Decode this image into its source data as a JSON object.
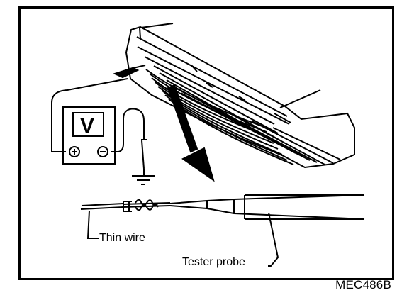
{
  "diagram": {
    "meter_symbol": "V",
    "labels": {
      "thin_wire": "Thin wire",
      "tester_probe": "Tester probe"
    },
    "figure_code": "MEC486B"
  },
  "icons": {
    "plus": "positive-terminal-icon",
    "minus": "negative-terminal-icon",
    "ground": "ground-icon"
  }
}
